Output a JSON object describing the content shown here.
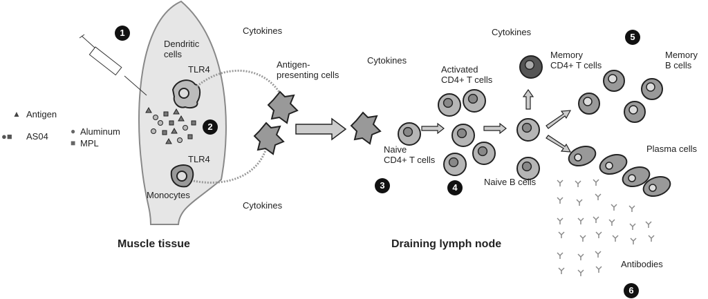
{
  "diagram": {
    "sections": {
      "muscle": "Muscle tissue",
      "lymph": "Draining lymph node"
    },
    "steps": [
      "1",
      "2",
      "3",
      "4",
      "5",
      "6"
    ],
    "legend": {
      "antigen": "Antigen",
      "as04": "AS04",
      "aluminum": "Aluminum",
      "mpl": "MPL"
    },
    "labels": {
      "dendritic": "Dendritic\ncells",
      "tlr4_top": "TLR4",
      "tlr4_bottom": "TLR4",
      "monocytes": "Monocytes",
      "cytokines_1": "Cytokines",
      "cytokines_2": "Cytokines",
      "cytokines_3": "Cytokines",
      "cytokines_4": "Cytokines",
      "apc": "Antigen-\npresenting cells",
      "naive_t": "Naive\nCD4+ T cells",
      "activated_t": "Activated\nCD4+ T cells",
      "memory_t": "Memory\nCD4+ T cells",
      "memory_b": "Memory\nB cells",
      "plasma": "Plasma cells",
      "naive_b": "Naive B cells",
      "antibodies": "Antibodies"
    },
    "colors": {
      "tissue": "#e6e6e6",
      "cell": "#a8a8a8",
      "cell_dark": "#8c8c8c",
      "memory_t": "#555555",
      "stroke": "#222222"
    }
  }
}
